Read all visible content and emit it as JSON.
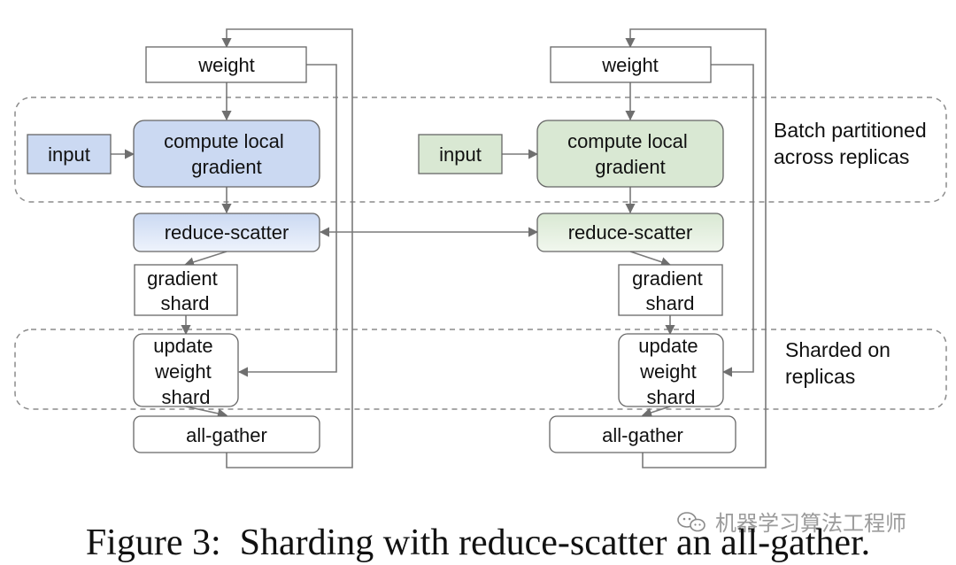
{
  "diagram": {
    "colors": {
      "left_fill": "#cbd9f2",
      "left_fill_light": "#eef3fc",
      "right_fill": "#d9e8d3",
      "right_fill_light": "#f1f7ee",
      "stroke": "#666666",
      "edge": "#7a7a7a",
      "dashed": "#8c8c8c"
    },
    "left": {
      "weight": [
        "weight"
      ],
      "input": [
        "input"
      ],
      "compute": [
        "compute local",
        "gradient"
      ],
      "reduce_scatter": [
        "reduce-scatter"
      ],
      "gradient_shard": [
        "gradient",
        "shard"
      ],
      "update": [
        "update",
        "weight",
        "shard"
      ],
      "all_gather": [
        "all-gather"
      ]
    },
    "right": {
      "weight": [
        "weight"
      ],
      "input": [
        "input"
      ],
      "compute": [
        "compute local",
        "gradient"
      ],
      "reduce_scatter": [
        "reduce-scatter"
      ],
      "gradient_shard": [
        "gradient",
        "shard"
      ],
      "update": [
        "update",
        "weight",
        "shard"
      ],
      "all_gather": [
        "all-gather"
      ]
    },
    "regions": {
      "batch": [
        "Batch partitioned",
        "across replicas"
      ],
      "sharded": [
        "Sharded on",
        "replicas"
      ]
    },
    "caption": "Figure 3:  Sharding with reduce-scatter an all-gather.",
    "watermark": "机器学习算法工程师",
    "watermark_icon": "wechat-icon"
  }
}
